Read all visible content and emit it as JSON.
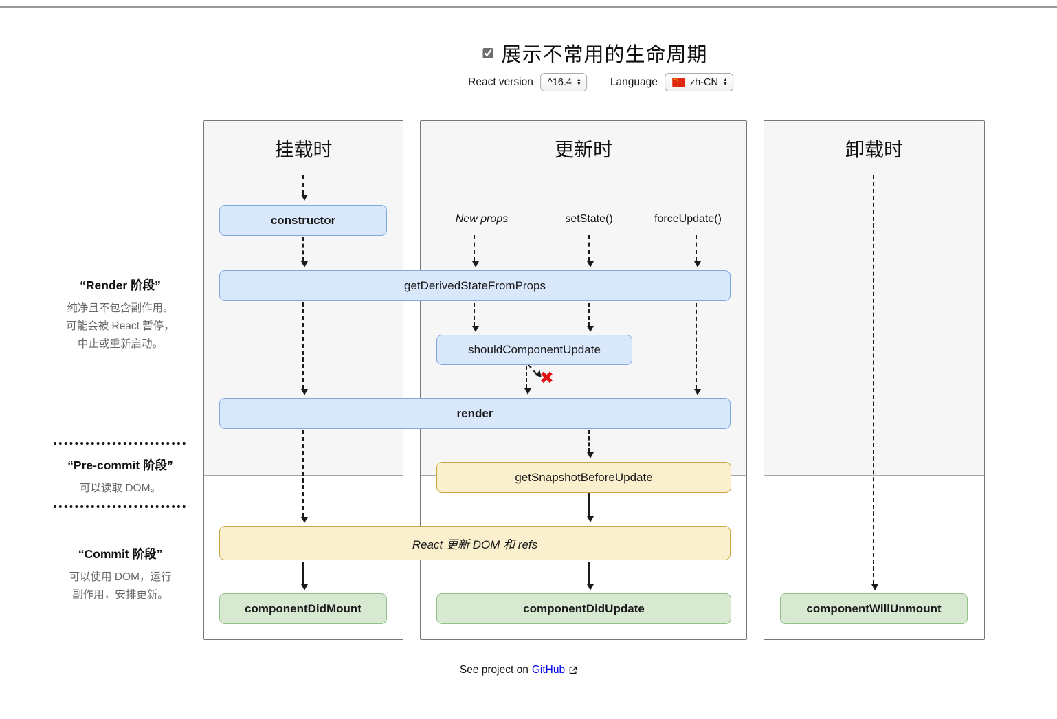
{
  "header": {
    "checkbox_checked": true,
    "title": "展示不常用的生命周期",
    "react_version": {
      "label": "React version",
      "value": "^16.4"
    },
    "language": {
      "label": "Language",
      "value": "zh-CN"
    }
  },
  "panels": [
    {
      "title": "挂载时"
    },
    {
      "title": "更新时",
      "triggers": [
        "New props",
        "setState()",
        "forceUpdate()"
      ]
    },
    {
      "title": "卸载时"
    }
  ],
  "sidebar": {
    "phases": [
      {
        "title": "“Render 阶段”",
        "desc": [
          "纯净且不包含副作用。",
          "可能会被 React 暂停，",
          "中止或重新启动。"
        ]
      },
      {
        "title": "“Pre-commit 阶段”",
        "desc": [
          "可以读取 DOM。"
        ]
      },
      {
        "title": "“Commit 阶段”",
        "desc": [
          "可以使用 DOM，运行",
          "副作用，安排更新。"
        ]
      }
    ]
  },
  "nodes": {
    "constructor": "constructor",
    "getDerivedStateFromProps": "getDerivedStateFromProps",
    "shouldComponentUpdate": "shouldComponentUpdate",
    "render": "render",
    "getSnapshotBeforeUpdate": "getSnapshotBeforeUpdate",
    "reactUpdates": "React 更新 DOM 和 refs",
    "componentDidMount": "componentDidMount",
    "componentDidUpdate": "componentDidUpdate",
    "componentWillUnmount": "componentWillUnmount"
  },
  "icons": {
    "reject_x": "✖",
    "stepper_up": "▲",
    "stepper_down": "▼"
  },
  "footer": {
    "prefix": "See project on",
    "link": "GitHub"
  },
  "colors": {
    "blue_fill": "#d9e7fb",
    "blue_border": "#7fa8e2",
    "yellow_fill": "#fbf0cd",
    "yellow_border": "#c9a544",
    "green_fill": "#d7e9d1",
    "green_border": "#92bf8a",
    "panel_bg": "#f6f6f6",
    "panel_border": "#777777",
    "reject_red": "#e01212",
    "link_blue": "#0000ee"
  }
}
